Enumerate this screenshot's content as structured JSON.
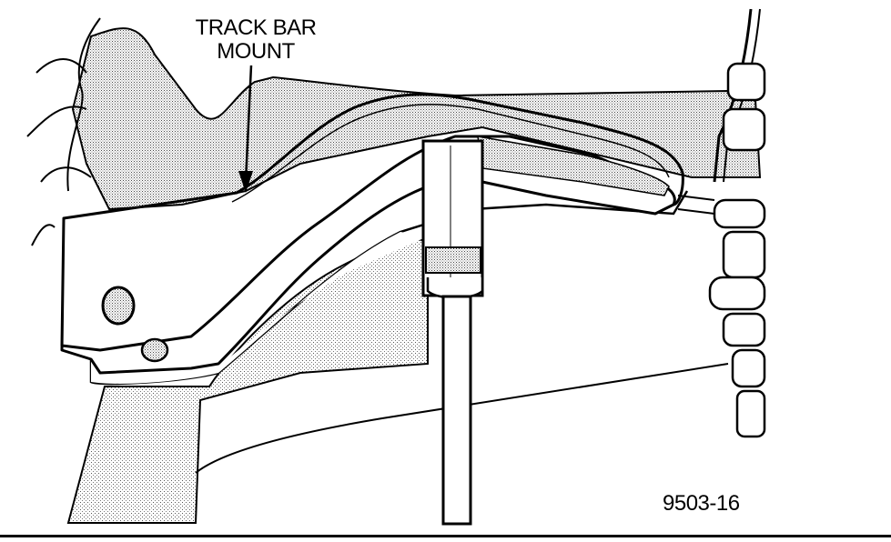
{
  "callout": {
    "line1": "TRACK BAR",
    "line2": "MOUNT"
  },
  "figure_id": "9503-16",
  "colors": {
    "line": "#000000",
    "stipple": "#8c8c8c",
    "background": "#ffffff"
  }
}
